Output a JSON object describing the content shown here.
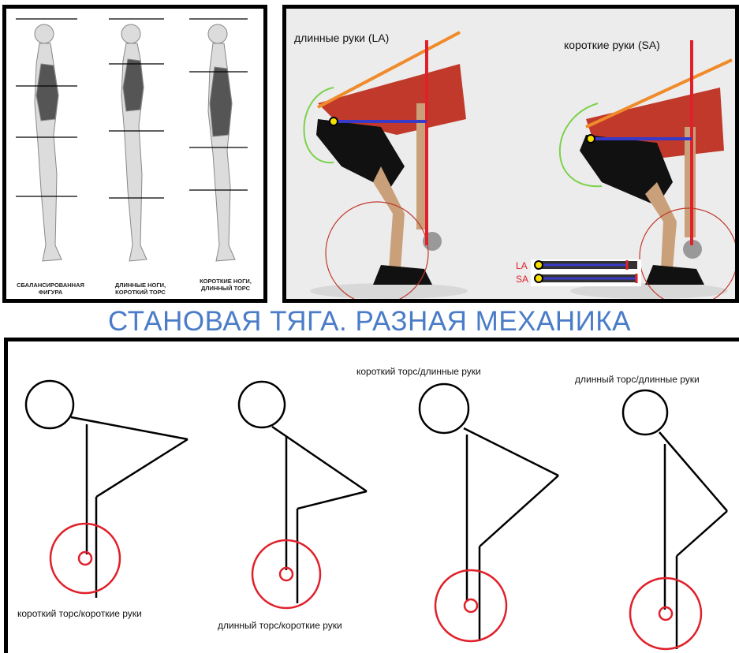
{
  "figures_panel": {
    "captions": [
      {
        "line1": "СБАЛАНСИРОВАННАЯ",
        "line2": "ФИГУРА"
      },
      {
        "line1": "ДЛИННЫЕ НОГИ,",
        "line2": "КОРОТКИЙ ТОРС"
      },
      {
        "line1": "КОРОТКИЕ НОГИ,",
        "line2": "ДЛИННЫЙ ТОРС"
      }
    ]
  },
  "lifters_panel": {
    "label_long_arms": "длинные руки (LA)",
    "label_short_arms": "короткие руки (SA)",
    "legend_la": "LA",
    "legend_sa": "SA",
    "colors": {
      "back_line": "#f08a2a",
      "vertical": "#e0202a",
      "hip_line": "#3a3ac8",
      "arrow": "#7cd24a"
    }
  },
  "title": "СТАНОВАЯ ТЯГА. РАЗНАЯ МЕХАНИКА",
  "sticks_panel": {
    "labels": [
      "короткий торс/короткие руки",
      "длинный торс/короткие руки",
      "короткий торс/длинные руки",
      "длинный торс/длинные руки"
    ]
  }
}
